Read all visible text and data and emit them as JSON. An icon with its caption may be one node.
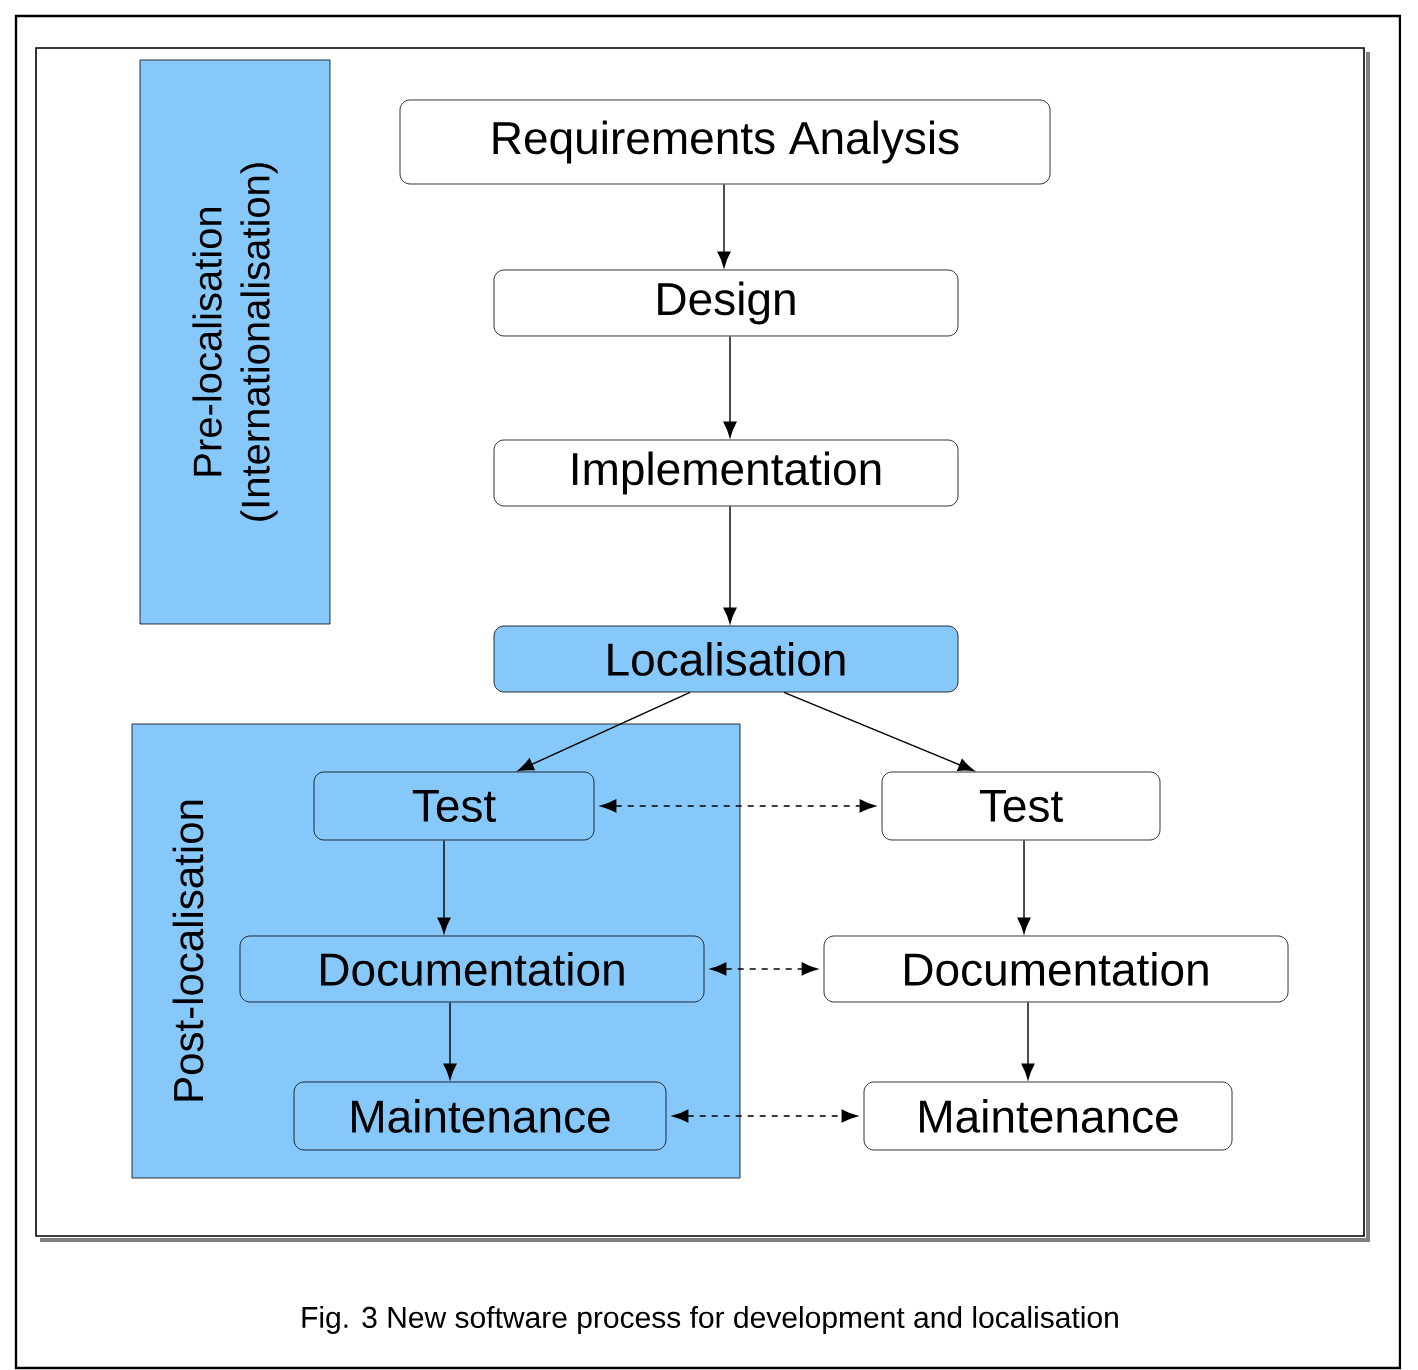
{
  "diagram": {
    "caption": "Fig. 3 New software process for development and localisation",
    "nodes": [
      {
        "text": [
          "Pre-localisation (Internationalisation)"
        ]
      },
      {
        "text": [
          "Requirements Analysis"
        ]
      },
      {
        "text": [
          "Design"
        ]
      },
      {
        "text": [
          "Implementation"
        ]
      },
      {
        "text": [
          "Localisation"
        ]
      },
      {
        "text": [
          "Post-localisation"
        ]
      },
      {
        "text": [
          "Test"
        ],
        "in": 5
      },
      {
        "text": [
          "Documentation"
        ],
        "in": 5
      },
      {
        "text": [
          "Maintenance"
        ],
        "in": 5
      },
      {
        "text": [
          "Test"
        ]
      },
      {
        "text": [
          "Documentation"
        ]
      },
      {
        "text": [
          "Maintenance"
        ]
      }
    ],
    "edges": [
      {
        "from": 1,
        "to": 2,
        "arrow": "to"
      },
      {
        "from": 2,
        "to": 3,
        "arrow": "to"
      },
      {
        "from": 3,
        "to": 4,
        "arrow": "to"
      },
      {
        "from": 4,
        "to": 6,
        "arrow": "to"
      },
      {
        "from": 4,
        "to": 9,
        "arrow": "to"
      },
      {
        "from": 6,
        "to": 7,
        "arrow": "to"
      },
      {
        "from": 7,
        "to": 8,
        "arrow": "to"
      },
      {
        "from": 9,
        "to": 10,
        "arrow": "to"
      },
      {
        "from": 10,
        "to": 11,
        "arrow": "to"
      },
      {
        "from": 6,
        "to": 9,
        "arrow": "both",
        "style": "dashed"
      },
      {
        "from": 7,
        "to": 10,
        "arrow": "both",
        "style": "dashed"
      },
      {
        "from": 8,
        "to": 11,
        "arrow": "both",
        "style": "dashed"
      }
    ]
  }
}
